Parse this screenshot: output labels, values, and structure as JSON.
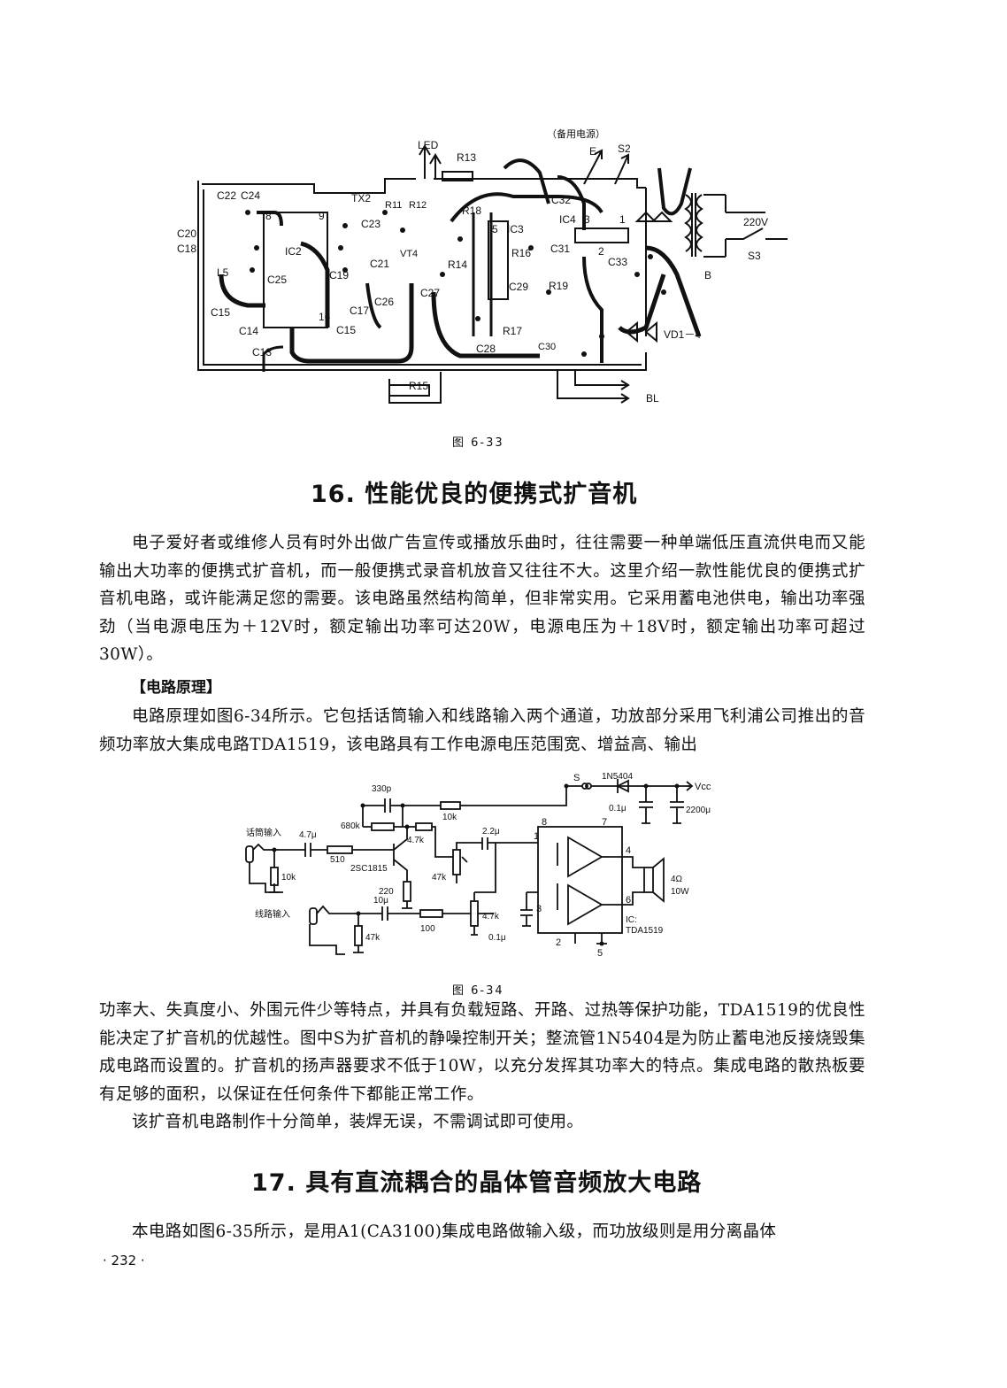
{
  "figure1": {
    "caption": "图  6-33",
    "labels": {
      "backup_power": "（备用电源）",
      "e": "E",
      "s2": "S2",
      "led": "LED",
      "r13": "R13",
      "tx2": "TX2",
      "r11": "R11",
      "r12": "R12",
      "r18": "R18",
      "c32": "C32",
      "ic4": "IC4",
      "pin3": "3",
      "pin1": "1",
      "pin2": "2",
      "v220": "220V",
      "s3": "S3",
      "b": "B",
      "c22": "C22",
      "c24": "C24",
      "c20": "C20",
      "c18": "C18",
      "l5": "L5",
      "c25": "C25",
      "c15a": "C15",
      "c14": "C14",
      "c13": "C13",
      "ic2": "IC2",
      "p8": "8",
      "p9": "9",
      "c23": "C23",
      "c19": "C19",
      "c21": "C21",
      "vt4": "VT4",
      "r14": "R14",
      "c26": "C26",
      "c27": "C27",
      "c17": "C17",
      "c15b": "C15",
      "p16": "16",
      "ic3": "IC3",
      "p5": "5",
      "c31": "C31",
      "r16": "R16",
      "c33": "C33",
      "c29": "C29",
      "r19": "R19",
      "r17": "R17",
      "c30": "C30",
      "c28": "C28",
      "vd": "VD1－4",
      "r15": "R15",
      "bl": "BL"
    }
  },
  "section16": {
    "title": "16. 性能优良的便携式扩音机",
    "intro": "电子爱好者或维修人员有时外出做广告宣传或播放乐曲时，往往需要一种单端低压直流供电而又能输出大功率的便携式扩音机，而一般便携式录音机放音又往往不大。这里介绍一款性能优良的便携式扩音机电路，或许能满足您的需要。该电路虽然结构简单，但非常实用。它采用蓄电池供电，输出功率强劲（当电源电压为＋12V时，额定输出功率可达20W，电源电压为＋18V时，额定输出功率可超过30W）。",
    "subheading": "【电路原理】",
    "principle": "电路原理如图6-34所示。它包括话筒输入和线路输入两个通道，功放部分采用飞利浦公司推出的音频功率放大集成电路TDA1519，该电路具有工作电源电压范围宽、增益高、输出",
    "continued": "功率大、失真度小、外围元件少等特点，并具有负载短路、开路、过热等保护功能，TDA1519的优良性能决定了扩音机的优越性。图中S为扩音机的静噪控制开关；整流管1N5404是为防止蓄电池反接烧毁集成电路而设置的。扩音机的扬声器要求不低于10W，以充分发挥其功率大的特点。集成电路的散热板要有足够的面积，以保证在任何条件下都能正常工作。",
    "closing": "该扩音机电路制作十分简单，装焊无误，不需调试即可使用。"
  },
  "figure2": {
    "caption": "图  6-34",
    "labels": {
      "s": "S",
      "diode": "1N5404",
      "vcc": "Vcc",
      "c330p": "330p",
      "r10k_top": "10k",
      "r680k": "680k",
      "c01u_top": "0.1μ",
      "c2200u": "2200μ",
      "mic_in": "话筒输入",
      "c47u": "4.7μ",
      "r47k_c": "4.7k",
      "c22u": "2.2μ",
      "p8": "8",
      "p7": "7",
      "p1": "1",
      "r510": "510",
      "tr": "2SC1815",
      "r10k_mic": "10k",
      "r47k_vol": "47k",
      "r220": "220",
      "p4": "4",
      "spk": "4Ω",
      "spkw": "10W",
      "line_in": "线路输入",
      "c10u": "10μ",
      "r47k_pot": "4.7k",
      "p3": "3",
      "p6": "6",
      "r47k_line": "47k",
      "r100": "100",
      "c01u": "0.1μ",
      "ic": "IC:",
      "tda": "TDA1519",
      "p2": "2",
      "p5": "5"
    }
  },
  "section17": {
    "title": "17. 具有直流耦合的晶体管音频放大电路",
    "intro": "本电路如图6-35所示，是用A1(CA3100)集成电路做输入级，而功放级则是用分离晶体"
  },
  "page_number": "· 232 ·"
}
